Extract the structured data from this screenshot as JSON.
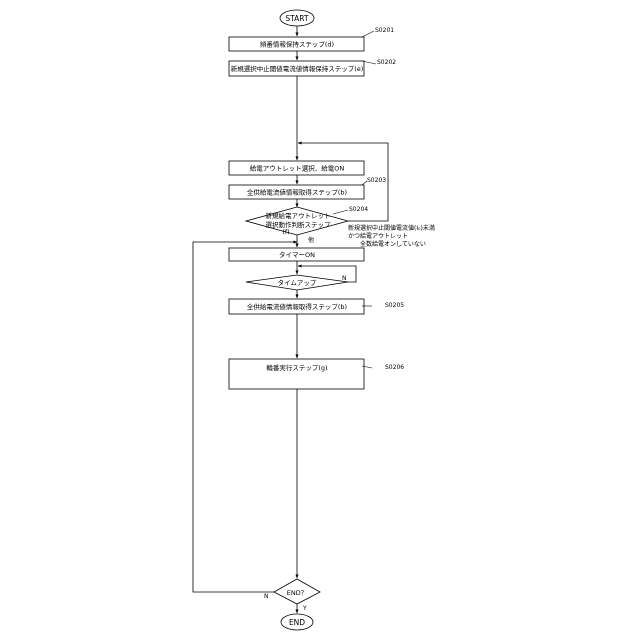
{
  "nodes": {
    "start": "START",
    "step_d": "頻番情報保持ステップ(d)",
    "step_e": "新規選択中止閾値電流値情報保持ステップ(e)",
    "outlet_on": "給電アウトレット選択、給電ON",
    "step_b1": "全供給電流値情報取得ステップ(b)",
    "decision_f_line1": "新規給電アウトレット",
    "decision_f_line2": "選択動作判断ステップ",
    "decision_f_line3": "(f)",
    "timer_on": "タイマーON",
    "time_up": "タイムアップ",
    "step_b2": "全供給電流値情報取得ステップ(b)",
    "step_g": "輪番実行ステップ(g)",
    "end_q": "END？",
    "end": "END"
  },
  "step_ids": {
    "s0201": "S0201",
    "s0202": "S0202",
    "s0203": "S0203",
    "s0204": "S0204",
    "s0205": "S0205",
    "s0206": "S0206"
  },
  "condition_note": {
    "line1": "新規選択中止閾値電流値(I₀)未満",
    "line2": "かつ給電アウトレット",
    "line3": "全数給電オンしていない"
  },
  "branch_labels": {
    "decision_other": "他",
    "timeup_no": "N",
    "end_no": "N",
    "end_yes": "Y"
  }
}
